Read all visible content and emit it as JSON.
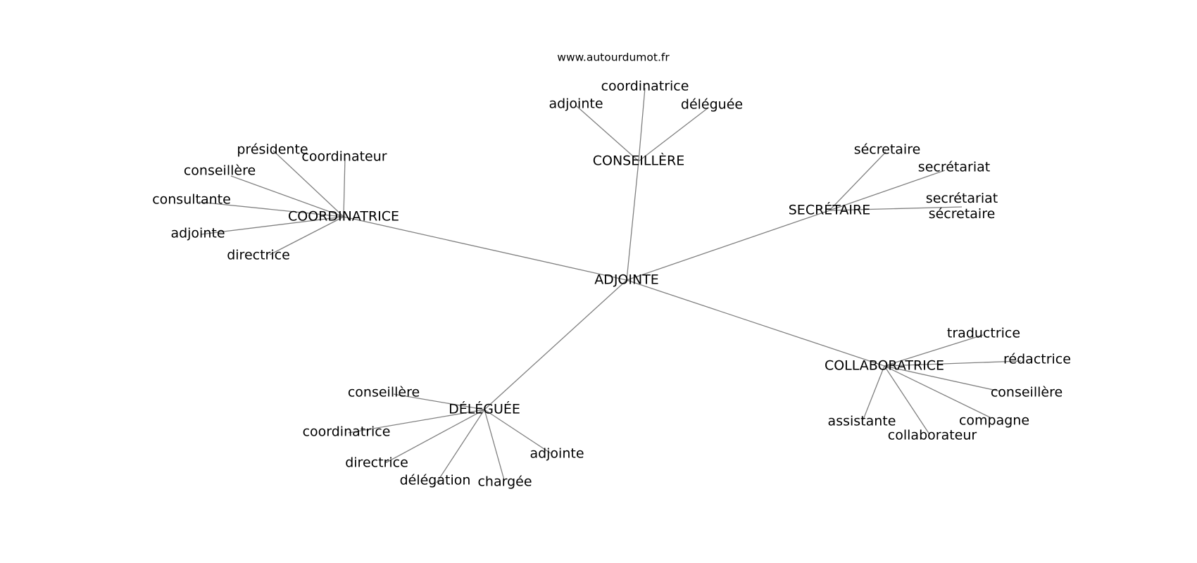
{
  "site": "www.autourdumot.fr",
  "center": "ADJOINTE",
  "hubs": [
    {
      "label": "COORDINATRICE",
      "leaves": [
        "présidente",
        "coordinateur",
        "conseillère",
        "consultante",
        "adjointe",
        "directrice"
      ]
    },
    {
      "label": "CONSEILLÈRE",
      "leaves": [
        "adjointe",
        "coordinatrice",
        "déléguée"
      ]
    },
    {
      "label": "SECRÉTAIRE",
      "leaves": [
        "sécretaire",
        "secrétariat",
        "secrétariat\nsécretaire"
      ]
    },
    {
      "label": "COLLABORATRICE",
      "leaves": [
        "traductrice",
        "rédactrice",
        "conseillère",
        "compagne",
        "collaborateur",
        "assistante"
      ]
    },
    {
      "label": "DÉLÉGUÉE",
      "leaves": [
        "conseillère",
        "coordinatrice",
        "directrice",
        "délégation",
        "chargée",
        "adjointe"
      ]
    }
  ]
}
